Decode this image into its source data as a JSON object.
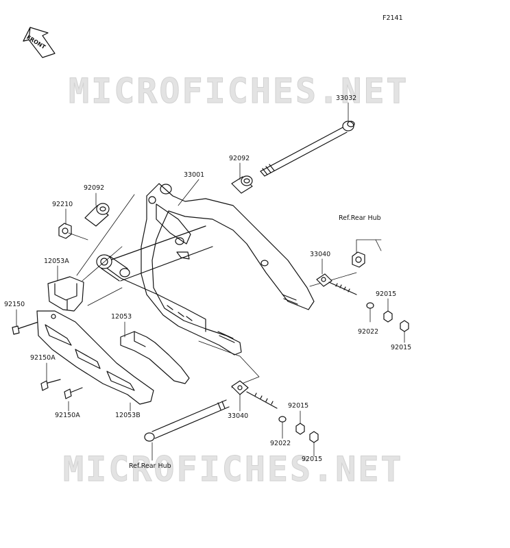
{
  "figure_id": "F2141",
  "watermark": "MICROFICHES.NET",
  "front_tag": "FRONT",
  "part_labels": {
    "p33032": "33032",
    "p92092_r": "92092",
    "p33001": "33001",
    "p92092_l": "92092",
    "p92210": "92210",
    "p12053A": "12053A",
    "p92150_top": "92150",
    "p12053": "12053",
    "p92150A_1": "92150A",
    "p92150A_2": "92150A",
    "p12053B": "12053B",
    "p33040_top": "33040",
    "p92015_a": "92015",
    "p92022_top": "92022",
    "p92015_b": "92015",
    "p33040_bot": "33040",
    "p92015_c": "92015",
    "p92022_bot": "92022",
    "p92015_d": "92015"
  },
  "references": {
    "rear_hub_top": "Ref.Rear Hub",
    "rear_hub_bottom": "Ref.Rear Hub"
  }
}
